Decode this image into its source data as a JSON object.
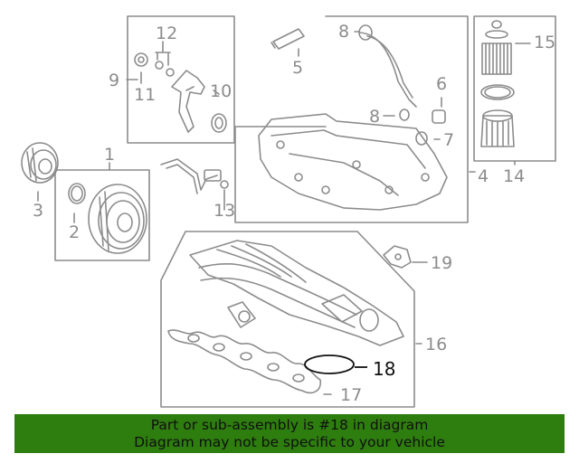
{
  "callouts": {
    "c1": "1",
    "c2": "2",
    "c3": "3",
    "c4": "4",
    "c5": "5",
    "c6": "6",
    "c7": "7",
    "c8a": "8",
    "c8b": "8",
    "c9": "9",
    "c10": "10",
    "c11": "11",
    "c12": "12",
    "c13": "13",
    "c14": "14",
    "c15": "15",
    "c16": "16",
    "c17": "17",
    "c18": "18",
    "c19": "19"
  },
  "highlighted_part": "18",
  "banner": {
    "line1": "Part or sub-assembly is #18 in diagram",
    "line2": "Diagram may not be specific to your vehicle"
  },
  "colors": {
    "line_art": "#8c8c8c",
    "highlight": "#111111",
    "banner_bg": "#2e7d0f"
  }
}
